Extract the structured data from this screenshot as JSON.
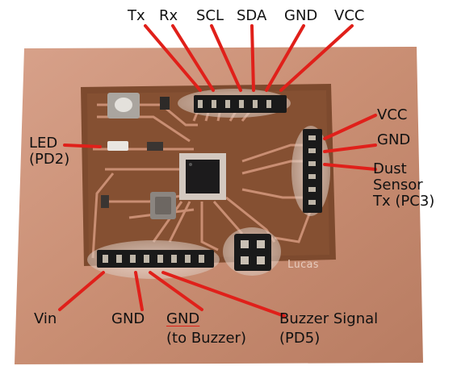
{
  "labels": {
    "tx": "Tx",
    "rx": "Rx",
    "scl": "SCL",
    "sda": "SDA",
    "gnd_top": "GND",
    "vcc_top": "VCC",
    "vcc_right": "VCC",
    "gnd_right": "GND",
    "dust_line1": "Dust",
    "dust_line2": "Sensor",
    "dust_line3": "Tx (PC3)",
    "led_line1": "LED",
    "led_line2": "(PD2)",
    "vin": "Vin",
    "gnd_bottom": "GND",
    "gnd_buzzer_line1": "GND",
    "gnd_buzzer_line2": "(to Buzzer)",
    "buzzer_line1": "Buzzer Signal",
    "buzzer_line2": "(PD5)",
    "board_signature": "Lucas"
  },
  "colors": {
    "annotation": "#e0201a",
    "copper": "#c98e73",
    "substrate": "#7d4a2e"
  }
}
